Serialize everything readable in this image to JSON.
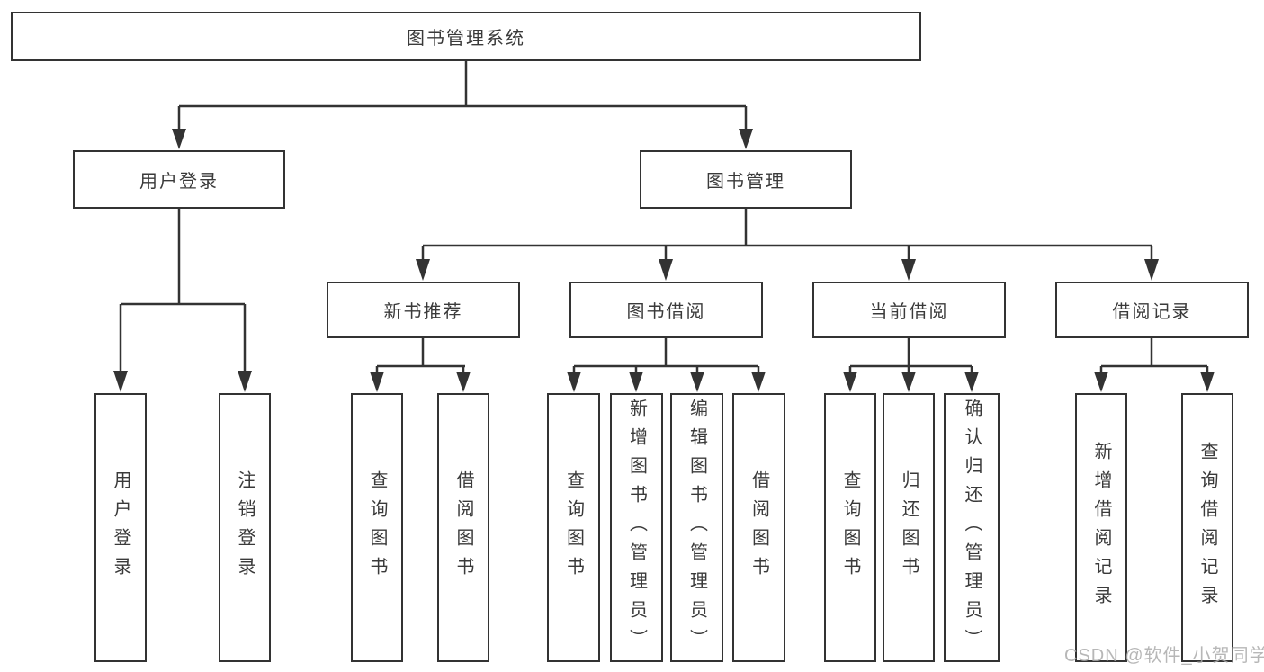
{
  "root": {
    "label": "图书管理系统"
  },
  "branches": {
    "user": {
      "label": "用户登录",
      "children": [
        {
          "label": "用户登录"
        },
        {
          "label": "注销登录"
        }
      ]
    },
    "book": {
      "label": "图书管理",
      "groups": [
        {
          "label": "新书推荐",
          "children": [
            {
              "label": "查询图书"
            },
            {
              "label": "借阅图书"
            }
          ]
        },
        {
          "label": "图书借阅",
          "children": [
            {
              "label": "查询图书"
            },
            {
              "label": "新增图书（管理员）"
            },
            {
              "label": "编辑图书（管理员）"
            },
            {
              "label": "借阅图书"
            }
          ]
        },
        {
          "label": "当前借阅",
          "children": [
            {
              "label": "查询图书"
            },
            {
              "label": "归还图书"
            },
            {
              "label": "确认归还（管理员）"
            }
          ]
        },
        {
          "label": "借阅记录",
          "children": [
            {
              "label": "新增借阅记录"
            },
            {
              "label": "查询借阅记录"
            }
          ]
        }
      ]
    }
  },
  "watermark": "CSDN @软件_小贺同学",
  "colors": {
    "line": "#333333",
    "box_border": "#333333",
    "text": "#3a3a3a",
    "watermark": "#aaaaaa",
    "background": "#ffffff"
  }
}
